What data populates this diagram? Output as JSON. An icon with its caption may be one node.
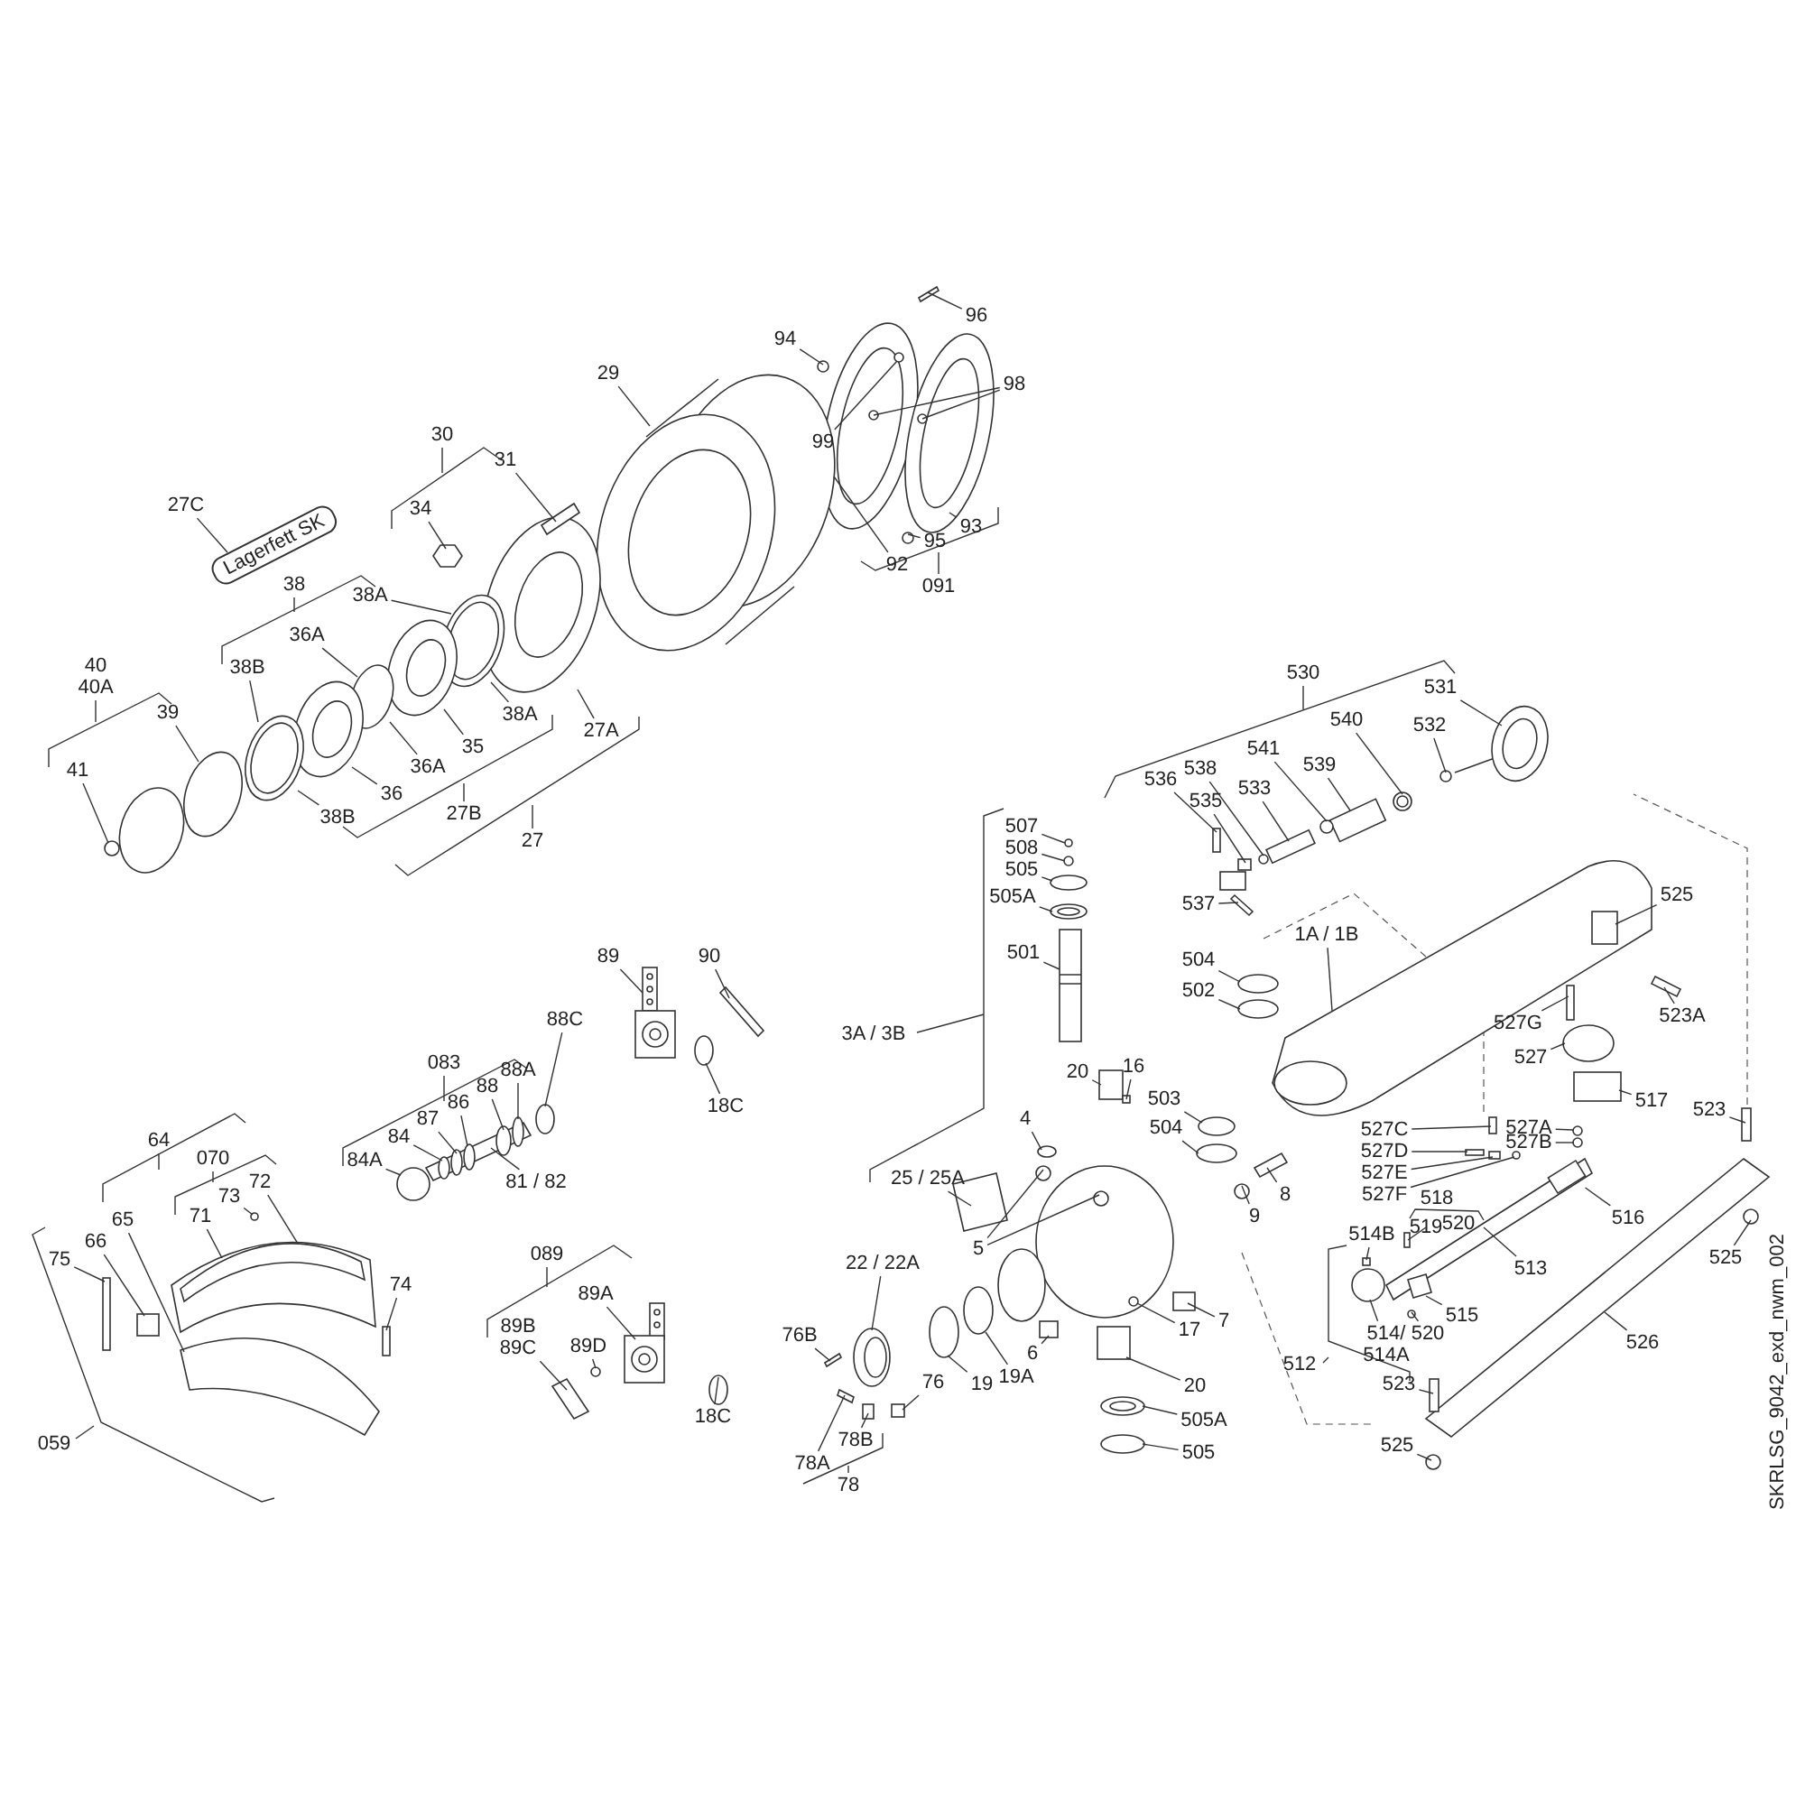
{
  "diagram": {
    "nodes": [
      {
        "text": [
          "96"
        ]
      },
      {
        "text": [
          "94"
        ]
      },
      {
        "text": [
          "29"
        ]
      },
      {
        "text": [
          "98"
        ]
      },
      {
        "text": [
          "99"
        ]
      },
      {
        "text": [
          "31"
        ]
      },
      {
        "text": [
          "27C"
        ]
      },
      {
        "text": [
          "34"
        ]
      },
      {
        "text": [
          "93"
        ]
      },
      {
        "text": [
          "95"
        ]
      },
      {
        "text": [
          "92"
        ]
      },
      {
        "text": [
          "38A"
        ]
      },
      {
        "text": [
          "36A"
        ]
      },
      {
        "text": [
          "38B"
        ]
      },
      {
        "text": [
          "39"
        ]
      },
      {
        "text": [
          "38A"
        ]
      },
      {
        "text": [
          "27A"
        ]
      },
      {
        "text": [
          "35"
        ]
      },
      {
        "text": [
          "41"
        ]
      },
      {
        "text": [
          "36A"
        ]
      },
      {
        "text": [
          "36"
        ]
      },
      {
        "text": [
          "38B"
        ]
      },
      {
        "text": [
          "531"
        ]
      },
      {
        "text": [
          "532"
        ]
      },
      {
        "text": [
          "540"
        ]
      },
      {
        "text": [
          "541"
        ]
      },
      {
        "text": [
          "539"
        ]
      },
      {
        "text": [
          "538"
        ]
      },
      {
        "text": [
          "536"
        ]
      },
      {
        "text": [
          "533"
        ]
      },
      {
        "text": [
          "535"
        ]
      },
      {
        "text": [
          "507"
        ]
      },
      {
        "text": [
          "508"
        ]
      },
      {
        "text": [
          "505"
        ]
      },
      {
        "text": [
          "505A"
        ]
      },
      {
        "text": [
          "537"
        ]
      },
      {
        "text": [
          "525"
        ]
      },
      {
        "text": [
          "1A / 1B"
        ]
      },
      {
        "text": [
          "501"
        ]
      },
      {
        "text": [
          "504"
        ]
      },
      {
        "text": [
          "502"
        ]
      },
      {
        "text": [
          "523A"
        ]
      },
      {
        "text": [
          "527G"
        ]
      },
      {
        "text": [
          "527"
        ]
      },
      {
        "text": [
          "20"
        ]
      },
      {
        "text": [
          "16"
        ]
      },
      {
        "text": [
          "503"
        ]
      },
      {
        "text": [
          "517"
        ]
      },
      {
        "text": [
          "523"
        ]
      },
      {
        "text": [
          "4"
        ]
      },
      {
        "text": [
          "527A"
        ]
      },
      {
        "text": [
          "527C"
        ]
      },
      {
        "text": [
          "504"
        ]
      },
      {
        "text": [
          "527B"
        ]
      },
      {
        "text": [
          "527D"
        ]
      },
      {
        "text": [
          "527E"
        ]
      },
      {
        "text": [
          "8"
        ]
      },
      {
        "text": [
          "25 / 25A"
        ]
      },
      {
        "text": [
          "527F"
        ]
      },
      {
        "text": [
          "9"
        ]
      },
      {
        "text": [
          "516"
        ]
      },
      {
        "text": [
          "514B"
        ]
      },
      {
        "text": [
          "519"
        ]
      },
      {
        "text": [
          "5"
        ]
      },
      {
        "text": [
          "525"
        ]
      },
      {
        "text": [
          "22 / 22A"
        ]
      },
      {
        "text": [
          "513"
        ]
      },
      {
        "text": [
          "515"
        ]
      },
      {
        "text": [
          "7"
        ]
      },
      {
        "text": [
          "17"
        ]
      },
      {
        "text": [
          "520"
        ]
      },
      {
        "text": [
          "76B"
        ]
      },
      {
        "text": [
          "514/ 514A"
        ]
      },
      {
        "text": [
          "526"
        ]
      },
      {
        "text": [
          "6"
        ]
      },
      {
        "text": [
          "19A"
        ]
      },
      {
        "text": [
          "19"
        ]
      },
      {
        "text": [
          "76"
        ]
      },
      {
        "text": [
          "523"
        ]
      },
      {
        "text": [
          "20"
        ]
      },
      {
        "text": [
          "505A"
        ]
      },
      {
        "text": [
          "78B"
        ]
      },
      {
        "text": [
          "525"
        ]
      },
      {
        "text": [
          "505"
        ]
      },
      {
        "text": [
          "78A"
        ]
      },
      {
        "text": [
          "89"
        ]
      },
      {
        "text": [
          "90"
        ]
      },
      {
        "text": [
          "88C"
        ]
      },
      {
        "text": [
          "18C"
        ]
      },
      {
        "text": [
          "88A"
        ]
      },
      {
        "text": [
          "88"
        ]
      },
      {
        "text": [
          "86"
        ]
      },
      {
        "text": [
          "87"
        ]
      },
      {
        "text": [
          "84"
        ]
      },
      {
        "text": [
          "84A"
        ]
      },
      {
        "text": [
          "81 / 82"
        ]
      },
      {
        "text": [
          "72"
        ]
      },
      {
        "text": [
          "73"
        ]
      },
      {
        "text": [
          "71"
        ]
      },
      {
        "text": [
          "65"
        ]
      },
      {
        "text": [
          "66"
        ]
      },
      {
        "text": [
          "75"
        ]
      },
      {
        "text": [
          "74"
        ]
      },
      {
        "text": [
          "89A"
        ]
      },
      {
        "text": [
          "89B 89C"
        ]
      },
      {
        "text": [
          "89D"
        ]
      },
      {
        "text": [
          "18C"
        ]
      },
      {
        "text": [
          "Lagerfett SK"
        ]
      },
      {
        "text": [],
        "shape": "picture"
      },
      {
        "text": [],
        "shape": "picture"
      },
      {
        "text": [],
        "shape": "circle",
        "in": 108
      },
      {
        "text": [],
        "shape": "circle",
        "in": 108
      },
      {
        "text": [],
        "shape": "circle",
        "in": 109
      },
      {
        "text": [],
        "shape": "circle"
      },
      {
        "text": [],
        "shape": "bar"
      },
      {
        "text": [],
        "shape": "circle"
      },
      {
        "text": [],
        "shape": "picture"
      },
      {
        "text": [],
        "shape": "picture"
      },
      {
        "text": [],
        "shape": "bar"
      },
      {
        "text": [],
        "shape": "hexagon"
      },
      {
        "text": [],
        "shape": "picture"
      },
      {
        "text": [],
        "shape": "picture"
      },
      {
        "text": [],
        "shape": "ellipse"
      },
      {
        "text": [],
        "shape": "picture"
      },
      {
        "text": [],
        "shape": "picture"
      },
      {
        "text": [],
        "shape": "ellipse"
      },
      {
        "text": [],
        "shape": "circle"
      },
      {
        "text": [],
        "shape": "picture"
      },
      {
        "text": [],
        "shape": "circle"
      },
      {
        "text": [],
        "shape": "picture"
      },
      {
        "text": [],
        "shape": "box"
      },
      {
        "text": [],
        "shape": "circle"
      },
      {
        "text": [],
        "shape": "box"
      },
      {
        "text": [],
        "shape": "circle"
      },
      {
        "text": [],
        "shape": "box"
      },
      {
        "text": [],
        "shape": "box"
      },
      {
        "text": [],
        "shape": "bar"
      },
      {
        "text": [],
        "shape": "circle"
      },
      {
        "text": [],
        "shape": "circle"
      },
      {
        "text": [],
        "shape": "ellipse"
      },
      {
        "text": [],
        "shape": "picture"
      },
      {
        "text": [],
        "shape": "picture"
      },
      {
        "text": [],
        "shape": "box"
      },
      {
        "text": [],
        "shape": "box"
      },
      {
        "text": [],
        "shape": "picture"
      },
      {
        "text": [],
        "shape": "ellipse"
      },
      {
        "text": [],
        "shape": "ellipse"
      },
      {
        "text": [],
        "shape": "box",
        "in": 144
      },
      {
        "text": [],
        "shape": "bar"
      },
      {
        "text": [],
        "shape": "box",
        "in": 144
      },
      {
        "text": [],
        "shape": "ellipse",
        "in": 144
      },
      {
        "text": [],
        "shape": "box",
        "in": 144
      },
      {
        "text": [],
        "shape": "ellipse"
      },
      {
        "text": [],
        "shape": "ellipse"
      },
      {
        "text": [],
        "shape": "ellipse"
      },
      {
        "text": [],
        "shape": "circle"
      },
      {
        "text": [],
        "shape": "circle"
      },
      {
        "text": [],
        "shape": "bar"
      },
      {
        "text": [],
        "shape": "bar"
      },
      {
        "text": [],
        "shape": "circle"
      },
      {
        "text": [],
        "shape": "circle"
      },
      {
        "text": [],
        "shape": "box"
      },
      {
        "text": [],
        "shape": "box"
      },
      {
        "text": [],
        "shape": "box"
      },
      {
        "text": [],
        "shape": "picture"
      },
      {
        "text": [],
        "shape": "ellipse"
      },
      {
        "text": [],
        "shape": "ellipse"
      },
      {
        "text": [],
        "shape": "ellipse"
      },
      {
        "text": [],
        "shape": "picture"
      },
      {
        "text": [],
        "shape": "bar"
      },
      {
        "text": [],
        "shape": "bar"
      },
      {
        "text": [],
        "shape": "box"
      },
      {
        "text": [],
        "shape": "box"
      },
      {
        "text": [],
        "shape": "bar"
      },
      {
        "text": [],
        "shape": "circle"
      },
      {
        "text": [],
        "shape": "box"
      },
      {
        "text": [],
        "shape": "box",
        "in": 173
      },
      {
        "text": [],
        "shape": "bar",
        "in": 173
      },
      {
        "text": [],
        "shape": "circle"
      },
      {
        "text": [],
        "shape": "box",
        "in": 173
      },
      {
        "text": [],
        "shape": "bar"
      },
      {
        "text": [],
        "shape": "box"
      },
      {
        "text": [],
        "shape": "circle",
        "in": 180
      },
      {
        "text": [],
        "shape": "box",
        "in": 180
      },
      {
        "text": [],
        "shape": "circle"
      },
      {
        "text": [],
        "shape": "circle"
      },
      {
        "text": [],
        "shape": "circle"
      },
      {
        "text": [],
        "shape": "box"
      },
      {
        "text": [],
        "shape": "box"
      },
      {
        "text": [],
        "shape": "box"
      },
      {
        "text": [],
        "shape": "circle"
      },
      {
        "text": [],
        "shape": "picture"
      },
      {
        "text": [],
        "shape": "bar"
      },
      {
        "text": [],
        "shape": "ellipse"
      },
      {
        "text": [],
        "shape": "bar"
      },
      {
        "text": [],
        "shape": "ellipse"
      },
      {
        "text": [],
        "shape": "ellipse"
      },
      {
        "text": [],
        "shape": "ellipse",
        "in": 194
      },
      {
        "text": [],
        "shape": "ellipse",
        "in": 194
      },
      {
        "text": [],
        "shape": "ellipse",
        "in": 194
      },
      {
        "text": [],
        "shape": "ellipse",
        "in": 194
      },
      {
        "text": [],
        "shape": "circle"
      },
      {
        "text": [],
        "shape": "band"
      },
      {
        "text": [],
        "shape": "band",
        "in": 202
      },
      {
        "text": [],
        "shape": "circle"
      },
      {
        "text": [],
        "shape": "band"
      },
      {
        "text": [],
        "shape": "box"
      },
      {
        "text": [],
        "shape": "box"
      },
      {
        "text": [],
        "shape": "box"
      },
      {
        "text": [],
        "shape": "picture"
      },
      {
        "text": [],
        "shape": "bar"
      },
      {
        "text": [],
        "shape": "circle"
      },
      {
        "text": [],
        "shape": "ellipse"
      }
    ],
    "edges": [
      {
        "from": 0,
        "to": 114,
        "arrow": "none"
      },
      {
        "from": 1,
        "to": 115,
        "arrow": "none"
      },
      {
        "from": 2,
        "to": 116,
        "arrow": "none"
      },
      {
        "from": 3,
        "to": 111,
        "arrow": "none"
      },
      {
        "from": 3,
        "to": 112,
        "arrow": "none"
      },
      {
        "from": 4,
        "to": 110,
        "arrow": "none"
      },
      {
        "from": 5,
        "to": 118,
        "arrow": "none"
      },
      {
        "from": 6,
        "to": 107,
        "arrow": "none"
      },
      {
        "from": 7,
        "to": 119,
        "arrow": "none"
      },
      {
        "from": 8,
        "to": 109,
        "arrow": "none"
      },
      {
        "from": 9,
        "to": 113,
        "arrow": "none"
      },
      {
        "from": 10,
        "to": 108,
        "arrow": "none"
      },
      {
        "from": 11,
        "to": 120,
        "arrow": "none"
      },
      {
        "from": 12,
        "to": 122,
        "arrow": "none"
      },
      {
        "from": 13,
        "to": 124,
        "arrow": "none"
      },
      {
        "from": 14,
        "to": 125,
        "arrow": "none"
      },
      {
        "from": 15,
        "to": 120,
        "arrow": "none"
      },
      {
        "from": 16,
        "to": 117,
        "arrow": "none"
      },
      {
        "from": 17,
        "to": 121,
        "arrow": "none"
      },
      {
        "from": 18,
        "to": 126,
        "arrow": "none"
      },
      {
        "from": 19,
        "to": 122,
        "arrow": "none"
      },
      {
        "from": 20,
        "to": 123,
        "arrow": "none"
      },
      {
        "from": 21,
        "to": 124,
        "arrow": "none"
      },
      {
        "from": 22,
        "to": 127,
        "arrow": "none"
      },
      {
        "from": 23,
        "to": 128,
        "arrow": "none"
      },
      {
        "from": 24,
        "to": 129,
        "arrow": "none"
      },
      {
        "from": 25,
        "to": 131,
        "arrow": "none"
      },
      {
        "from": 26,
        "to": 130,
        "arrow": "none"
      },
      {
        "from": 27,
        "to": 133,
        "arrow": "none"
      },
      {
        "from": 28,
        "to": 135,
        "arrow": "none"
      },
      {
        "from": 29,
        "to": 132,
        "arrow": "none"
      },
      {
        "from": 30,
        "to": 134,
        "arrow": "none"
      },
      {
        "from": 31,
        "to": 137,
        "arrow": "none"
      },
      {
        "from": 32,
        "to": 138,
        "arrow": "none"
      },
      {
        "from": 33,
        "to": 139,
        "arrow": "none"
      },
      {
        "from": 34,
        "to": 140,
        "arrow": "none"
      },
      {
        "from": 35,
        "to": 136,
        "arrow": "none"
      },
      {
        "from": 36,
        "to": 147,
        "arrow": "none"
      },
      {
        "from": 37,
        "to": 144,
        "arrow": "none"
      },
      {
        "from": 38,
        "to": 141,
        "arrow": "none"
      },
      {
        "from": 39,
        "to": 145,
        "arrow": "none"
      },
      {
        "from": 40,
        "to": 146,
        "arrow": "none"
      },
      {
        "from": 41,
        "to": 148,
        "arrow": "none"
      },
      {
        "from": 42,
        "to": 149,
        "arrow": "none"
      },
      {
        "from": 43,
        "to": 150,
        "arrow": "none"
      },
      {
        "from": 44,
        "to": 142,
        "arrow": "none"
      },
      {
        "from": 45,
        "to": 143,
        "arrow": "none"
      },
      {
        "from": 46,
        "to": 152,
        "arrow": "none"
      },
      {
        "from": 47,
        "to": 151,
        "arrow": "none"
      },
      {
        "from": 48,
        "to": 181,
        "arrow": "none"
      },
      {
        "from": 49,
        "to": 154,
        "arrow": "none"
      },
      {
        "from": 50,
        "to": 185,
        "arrow": "none"
      },
      {
        "from": 51,
        "to": 187,
        "arrow": "none"
      },
      {
        "from": 52,
        "to": 153,
        "arrow": "none"
      },
      {
        "from": 53,
        "to": 186,
        "arrow": "none"
      },
      {
        "from": 54,
        "to": 188,
        "arrow": "none"
      },
      {
        "from": 55,
        "to": 189,
        "arrow": "none"
      },
      {
        "from": 56,
        "to": 158,
        "arrow": "none"
      },
      {
        "from": 57,
        "to": 157,
        "arrow": "none"
      },
      {
        "from": 58,
        "to": 190,
        "arrow": "none"
      },
      {
        "from": 59,
        "to": 159,
        "arrow": "none"
      },
      {
        "from": 60,
        "to": 179,
        "arrow": "none"
      },
      {
        "from": 61,
        "to": 175,
        "arrow": "none"
      },
      {
        "from": 62,
        "to": 176,
        "arrow": "none"
      },
      {
        "from": 63,
        "to": 155,
        "arrow": "none"
      },
      {
        "from": 63,
        "to": 156,
        "arrow": "none"
      },
      {
        "from": 64,
        "to": 182,
        "arrow": "none"
      },
      {
        "from": 65,
        "to": 168,
        "arrow": "none"
      },
      {
        "from": 66,
        "to": 173,
        "arrow": "none"
      },
      {
        "from": 67,
        "to": 177,
        "arrow": "none"
      },
      {
        "from": 68,
        "to": 161,
        "arrow": "none"
      },
      {
        "from": 69,
        "to": 160,
        "arrow": "none"
      },
      {
        "from": 70,
        "to": 178,
        "arrow": "none"
      },
      {
        "from": 71,
        "to": 169,
        "arrow": "none"
      },
      {
        "from": 72,
        "to": 174,
        "arrow": "none"
      },
      {
        "from": 73,
        "to": 180,
        "arrow": "none"
      },
      {
        "from": 74,
        "to": 162,
        "arrow": "none"
      },
      {
        "from": 75,
        "to": 166,
        "arrow": "none"
      },
      {
        "from": 76,
        "to": 167,
        "arrow": "none"
      },
      {
        "from": 77,
        "to": 172,
        "arrow": "none"
      },
      {
        "from": 78,
        "to": 183,
        "arrow": "none"
      },
      {
        "from": 79,
        "to": 163,
        "arrow": "none"
      },
      {
        "from": 80,
        "to": 164,
        "arrow": "none"
      },
      {
        "from": 81,
        "to": 171,
        "arrow": "none"
      },
      {
        "from": 82,
        "to": 184,
        "arrow": "none"
      },
      {
        "from": 83,
        "to": 165,
        "arrow": "none"
      },
      {
        "from": 84,
        "to": 170,
        "arrow": "none"
      },
      {
        "from": 85,
        "to": 191,
        "arrow": "none"
      },
      {
        "from": 86,
        "to": 192,
        "arrow": "none"
      },
      {
        "from": 87,
        "to": 195,
        "arrow": "none"
      },
      {
        "from": 88,
        "to": 193,
        "arrow": "none"
      },
      {
        "from": 89,
        "to": 196,
        "arrow": "none"
      },
      {
        "from": 90,
        "to": 197,
        "arrow": "none"
      },
      {
        "from": 91,
        "to": 198,
        "arrow": "none"
      },
      {
        "from": 92,
        "to": 199,
        "arrow": "none"
      },
      {
        "from": 93,
        "to": 200,
        "arrow": "none"
      },
      {
        "from": 94,
        "to": 201,
        "arrow": "none"
      },
      {
        "from": 95,
        "to": 194,
        "arrow": "none"
      },
      {
        "from": 96,
        "to": 203,
        "arrow": "none"
      },
      {
        "from": 97,
        "to": 204,
        "arrow": "none"
      },
      {
        "from": 98,
        "to": 202,
        "arrow": "none"
      },
      {
        "from": 99,
        "to": 205,
        "arrow": "none"
      },
      {
        "from": 100,
        "to": 206,
        "arrow": "none"
      },
      {
        "from": 101,
        "to": 207,
        "arrow": "none"
      },
      {
        "from": 102,
        "to": 208,
        "arrow": "none"
      },
      {
        "from": 103,
        "to": 209,
        "arrow": "none"
      },
      {
        "from": 104,
        "to": 210,
        "arrow": "none"
      },
      {
        "from": 105,
        "to": 211,
        "arrow": "none"
      },
      {
        "from": 106,
        "to": 212,
        "arrow": "none"
      }
    ],
    "labels": [
      "30",
      "38",
      "091",
      "530",
      "40 40A",
      "27B",
      "27",
      "3A / 3B",
      "083",
      "64",
      "070",
      "518",
      "520",
      "089",
      "512",
      "059",
      "78",
      "SKRLSG_9042_exd_nwm_002"
    ]
  }
}
